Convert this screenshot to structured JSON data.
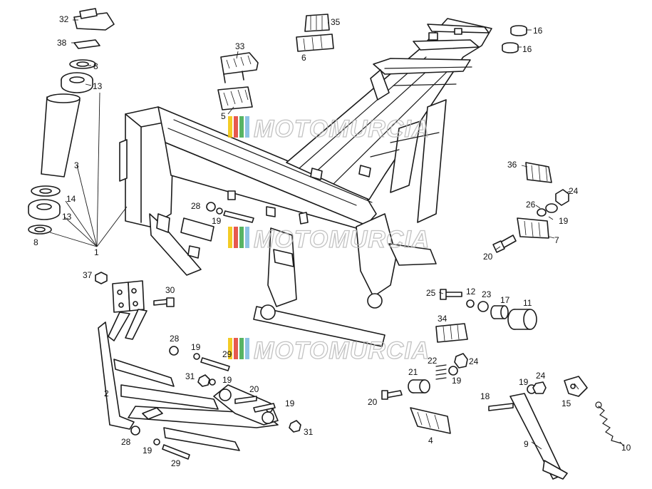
{
  "diagram": {
    "callouts": [
      "32",
      "38",
      "8",
      "13",
      "3",
      "14",
      "13",
      "8",
      "1",
      "33",
      "5",
      "35",
      "6",
      "16",
      "16",
      "36",
      "24",
      "26",
      "19",
      "7",
      "20",
      "28",
      "19",
      "2",
      "37",
      "30",
      "28",
      "19",
      "29",
      "31",
      "19",
      "20",
      "19",
      "31",
      "28",
      "19",
      "29",
      "25",
      "12",
      "23",
      "17",
      "11",
      "34",
      "22",
      "24",
      "21",
      "19",
      "20",
      "4",
      "18",
      "19",
      "24",
      "9",
      "15",
      "10"
    ]
  },
  "watermark": {
    "text": "MOTOMURCIA",
    "colors": [
      "#f2c200",
      "#e33b2e",
      "#3aa84a",
      "#7ab8e0"
    ]
  }
}
